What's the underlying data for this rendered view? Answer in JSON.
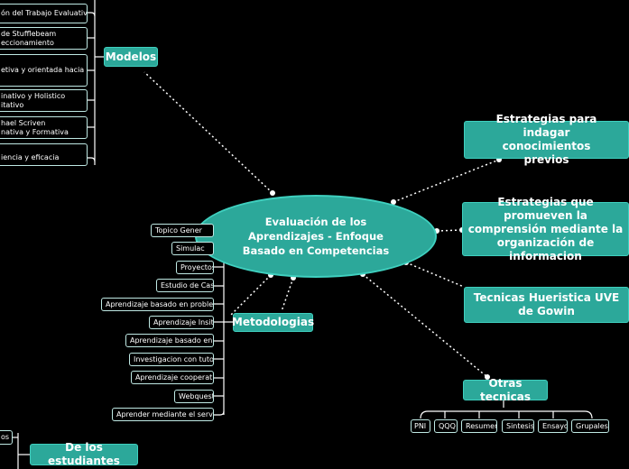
{
  "central": {
    "line1": "Evaluación de los",
    "line2": "Aprendizajes - Enfoque",
    "line3": "Basado en Competencias"
  },
  "modelos": {
    "label": "Modelos",
    "items": [
      "ón del Trabajo Evaluativo.",
      "de Stufflebeam\neccionamiento",
      "etiva y orientada hacia el",
      "inativo y Holistico\nitativo",
      "hael Scriven\nnativa y Formativa",
      "iencia y eficacia"
    ]
  },
  "metodologias": {
    "label": "Metodologias",
    "items": [
      "Topico Gener",
      "Simulac",
      "Proyectos",
      "Estudio de Caso",
      "Aprendizaje basado en problemas",
      "Aprendizaje Insitu",
      "Aprendizaje basado en tic",
      "Investigacion con tutoria",
      "Aprendizaje cooperativo",
      "Webquest",
      "Aprender mediante el servicio"
    ]
  },
  "estudiantes": {
    "label": "De los estudiantes",
    "items": [
      "os"
    ]
  },
  "right_topics": {
    "estrategias_previos": "Estrategias para indagar conocimientos previos",
    "estrategias_comprension": "Estrategias que promueven la comprensión mediante la organización de informacion",
    "tecnicas_uve": "Tecnicas Hueristica UVE de Gowin"
  },
  "otras": {
    "label": "Otras tecnicas",
    "items": [
      "PNI",
      "QQQ",
      "Resumen",
      "Sintesis",
      "Ensayo",
      "Grupales"
    ]
  }
}
